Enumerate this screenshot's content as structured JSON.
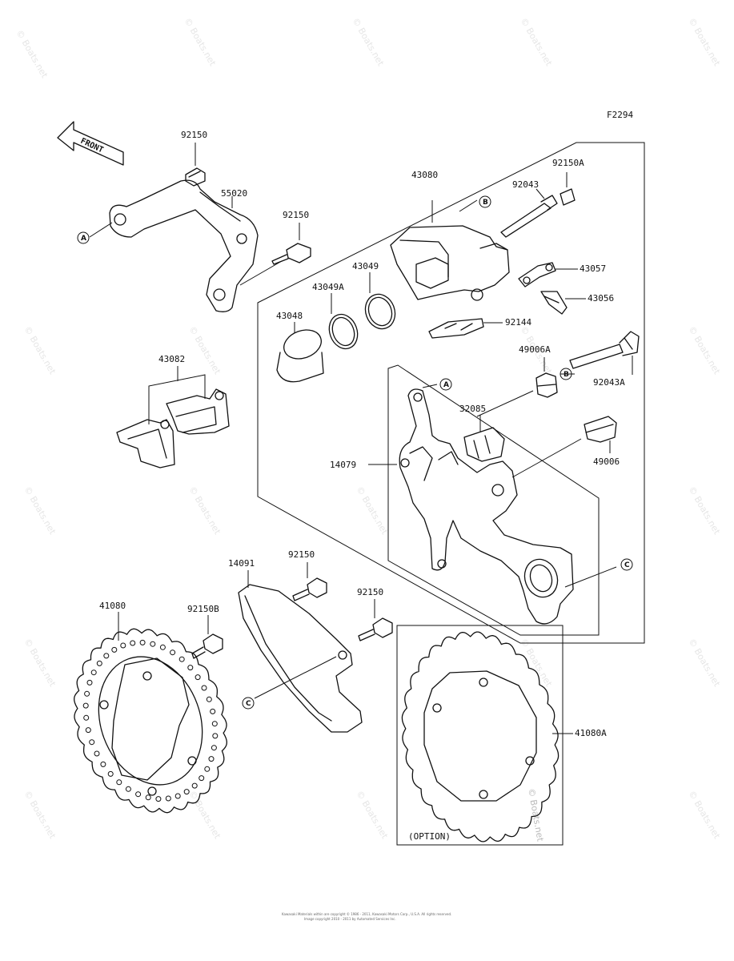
{
  "figure_code": "F2294",
  "front_label": "FRONT",
  "option_label": "(OPTION)",
  "watermark": "© Boats.net",
  "footer": {
    "line1": "Kawasaki Materials within are copyright © 1986 - 2011, Kawasaki Motors Corp., U.S.A. All rights reserved.",
    "line2": "Image copyright 2010 - 2011 by Automated Services Inc."
  },
  "callouts": {
    "A": "A",
    "B": "B",
    "C": "C"
  },
  "parts": {
    "p92150_top": "92150",
    "p55020": "55020",
    "p92150_mid": "92150",
    "p43080": "43080",
    "p92043": "92043",
    "p92150A": "92150A",
    "p43049": "43049",
    "p43049A": "43049A",
    "p43057": "43057",
    "p43056": "43056",
    "p43048": "43048",
    "p92144": "92144",
    "p43082": "43082",
    "p49006A": "49006A",
    "p92043A": "92043A",
    "p32085": "32085",
    "p14079": "14079",
    "p49006": "49006",
    "p14091": "14091",
    "p92150_low": "92150",
    "p92150_low2": "92150",
    "p41080": "41080",
    "p92150B": "92150B",
    "p41080A": "41080A"
  }
}
